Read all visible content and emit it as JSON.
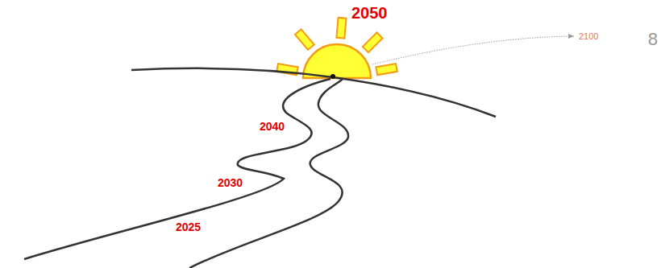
{
  "diagram": {
    "labels": [
      "2050",
      "2100",
      "2040",
      "2030",
      "2025",
      "8"
    ]
  }
}
